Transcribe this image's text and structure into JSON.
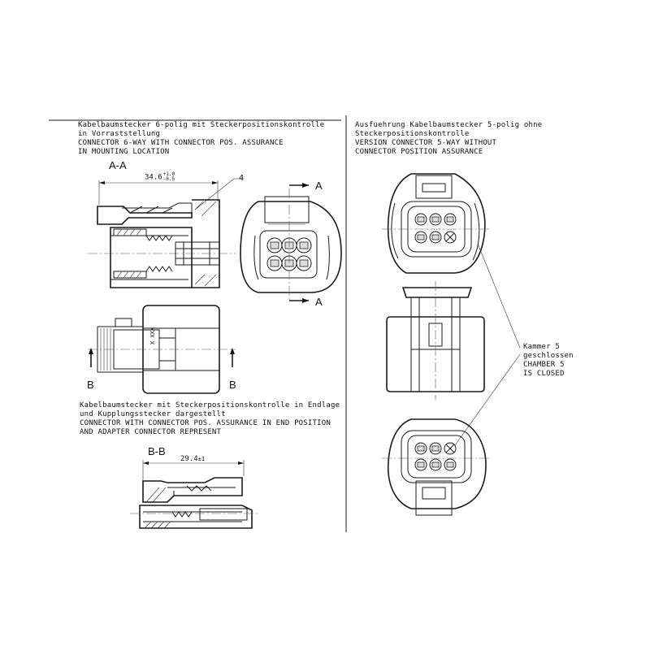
{
  "left_top": {
    "title_de_1": "Kabelbaumstecker 6-polig mit Steckerpositionskontrolle",
    "title_de_2": "in Vorraststellung",
    "title_en_1": "CONNECTOR 6-WAY WITH CONNECTOR POS. ASSURANCE",
    "title_en_2": "IN MOUNTING LOCATION",
    "section_label": "A-A",
    "dimension": "34.6",
    "dimension_tol_upper": "+1.0",
    "dimension_tol_lower": "-0.5",
    "callout": "4",
    "marker_a_top": "A",
    "marker_a_bottom": "A",
    "marker_b_left": "B",
    "marker_b_right": "B",
    "part_text": "X  XXX"
  },
  "left_bottom": {
    "title_de_1": "Kabelbaumstecker mit Steckerpositionskontrolle in Endlage",
    "title_de_2": "und Kupplungsstecker dargestellt",
    "title_en_1": "CONNECTOR WITH CONNECTOR POS. ASSURANCE IN END POSITION",
    "title_en_2": "AND ADAPTER CONNECTOR REPRESENT",
    "section_label": "B-B",
    "dimension": "29.4",
    "dimension_tol": "±1"
  },
  "right": {
    "title_de_1": "Ausfuehrung Kabelbaumstecker 5-polig ohne",
    "title_de_2": "Steckerpositionskontrolle",
    "title_en_1": "VERSION CONNECTOR 5-WAY WITHOUT",
    "title_en_2": "CONNECTOR POSITION ASSURANCE",
    "note_1": "Kammer 5",
    "note_2": "geschlossen",
    "note_3": "CHAMBER 5",
    "note_4": "IS CLOSED"
  }
}
